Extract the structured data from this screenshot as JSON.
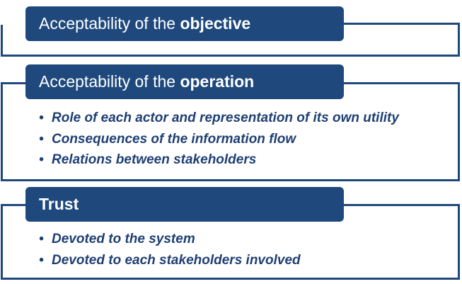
{
  "sections": [
    {
      "title_plain": "Acceptability of the ",
      "title_bold": "objective",
      "items": []
    },
    {
      "title_plain": "Acceptability of the ",
      "title_bold": "operation",
      "items": [
        "Role of each actor and representation of its own utility",
        "Consequences of the information flow",
        "Relations between stakeholders"
      ]
    },
    {
      "title_plain": "",
      "title_bold": "Trust",
      "items": [
        "Devoted to the system",
        "Devoted to each stakeholders involved"
      ]
    }
  ],
  "colors": {
    "accent": "#1f497d",
    "text": "#1f3f73"
  }
}
